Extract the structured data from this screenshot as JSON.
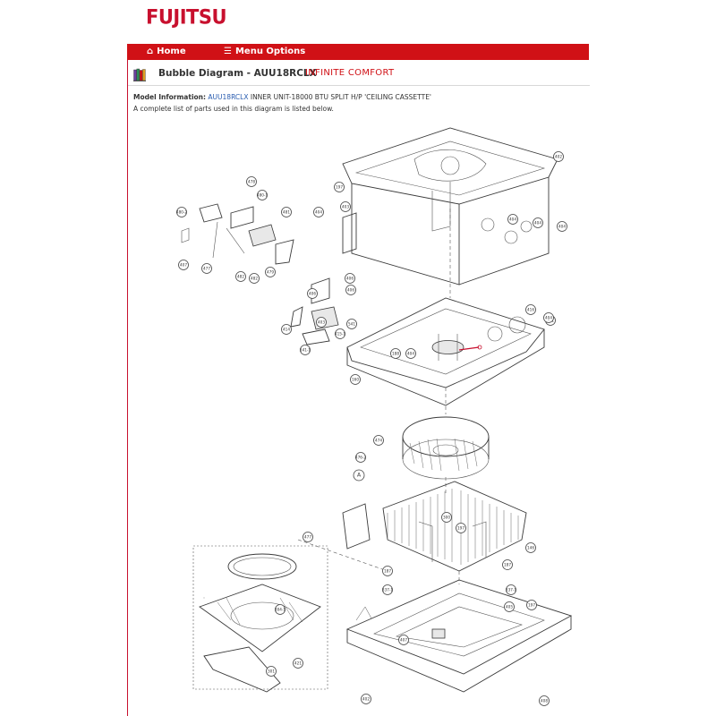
{
  "brand": {
    "logo_text": "FUJITSU",
    "color": "#c8102e"
  },
  "nav": {
    "home_label": "Home",
    "menu_label": "Menu Options",
    "home_icon": "home-icon",
    "menu_icon": "menu-icon"
  },
  "page": {
    "title": "Bubble Diagram - AUU18RCLX",
    "tagline": "INFINITE COMFORT",
    "model_label": "Model Information:",
    "model_link": "AUU18RCLX",
    "model_desc": " INNER UNIT-18000 BTU SPLIT H/P 'CEILING CASSETTE'",
    "parts_note": "A complete list of parts used in this diagram is listed below."
  },
  "diagram": {
    "callouts": [
      "402",
      "197",
      "403",
      "404",
      "404",
      "404",
      "478",
      "480-1",
      "480-2",
      "481",
      "482",
      "482",
      "479",
      "477",
      "407",
      "404",
      "406",
      "416",
      "401",
      "406",
      "406",
      "403",
      "414",
      "541",
      "415-1",
      "541-1",
      "188",
      "404",
      "404",
      "160",
      "474",
      "476-2",
      "402",
      "146",
      "187",
      "300",
      "197",
      "187",
      "337-1",
      "337-1",
      "197",
      "477",
      "424",
      "304-1",
      "301",
      "421",
      "405",
      "407",
      "402",
      "408"
    ],
    "letter_marker": "A"
  },
  "colors": {
    "nav_bg": "#d01116",
    "accent": "#c8102e",
    "link": "#2a5db0"
  }
}
